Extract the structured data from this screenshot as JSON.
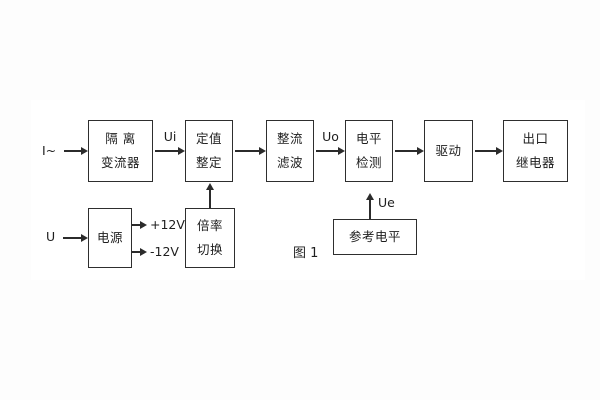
{
  "diagram": {
    "caption": "图 1",
    "inputs": {
      "current": "I~",
      "voltage": "U"
    },
    "signal_labels": {
      "ui": "Ui",
      "uo": "Uo",
      "ue": "Ue"
    },
    "power_rails": {
      "positive": "+12V",
      "negative": "-12V"
    },
    "blocks": {
      "isolation_transformer": {
        "line1": "隔 离",
        "line2": "变流器"
      },
      "value_setting": {
        "line1": "定值",
        "line2": "整定"
      },
      "rectify_filter": {
        "line1": "整流",
        "line2": "滤波"
      },
      "level_detection": {
        "line1": "电平",
        "line2": "检测"
      },
      "drive": {
        "label": "驱动"
      },
      "output_relay": {
        "line1": "出口",
        "line2": "继电器"
      },
      "power_supply": {
        "label": "电源"
      },
      "ratio_switch": {
        "line1": "倍率",
        "line2": "切换"
      },
      "reference_level": {
        "label": "参考电平"
      }
    },
    "colors": {
      "line": "#2b2b2b",
      "border": "#2e2e2e",
      "text": "#1e1e1e",
      "panel": "#ffffff",
      "background": "#fdfdfd"
    }
  }
}
